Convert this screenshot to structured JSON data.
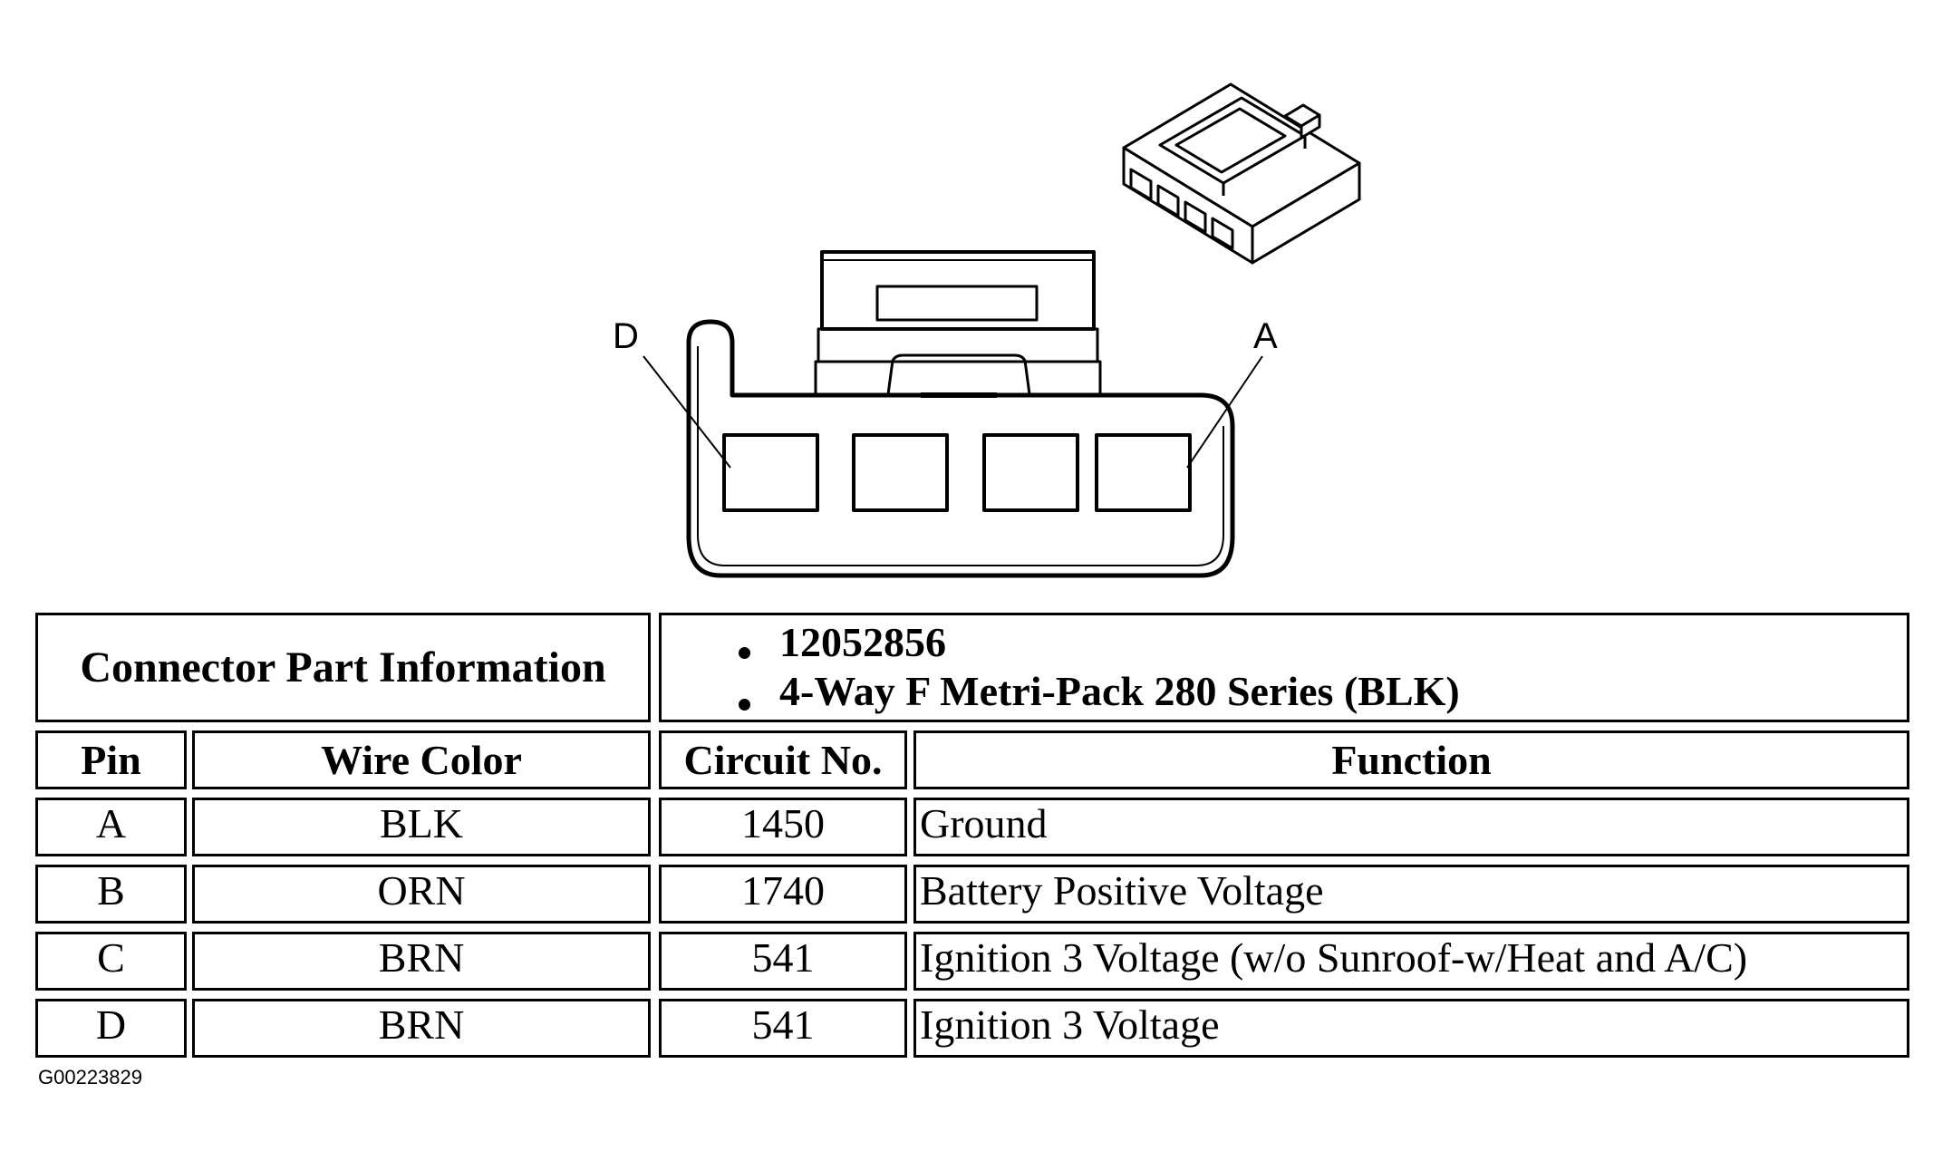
{
  "diagram": {
    "pin_labels": {
      "left": "D",
      "right": "A"
    }
  },
  "connector_info": {
    "label": "Connector Part Information",
    "part_items": [
      "12052856",
      "4-Way F Metri-Pack 280 Series (BLK)"
    ]
  },
  "table": {
    "headers": {
      "pin": "Pin",
      "wire_color": "Wire Color",
      "circuit_no": "Circuit No.",
      "function": "Function"
    },
    "rows": [
      {
        "pin": "A",
        "wire_color": "BLK",
        "circuit_no": "1450",
        "function": "Ground"
      },
      {
        "pin": "B",
        "wire_color": "ORN",
        "circuit_no": "1740",
        "function": "Battery Positive Voltage"
      },
      {
        "pin": "C",
        "wire_color": "BRN",
        "circuit_no": "541",
        "function": "Ignition 3 Voltage (w/o Sunroof-w/Heat and A/C)"
      },
      {
        "pin": "D",
        "wire_color": "BRN",
        "circuit_no": "541",
        "function": "Ignition 3 Voltage"
      }
    ]
  },
  "figure_id": "G00223829"
}
